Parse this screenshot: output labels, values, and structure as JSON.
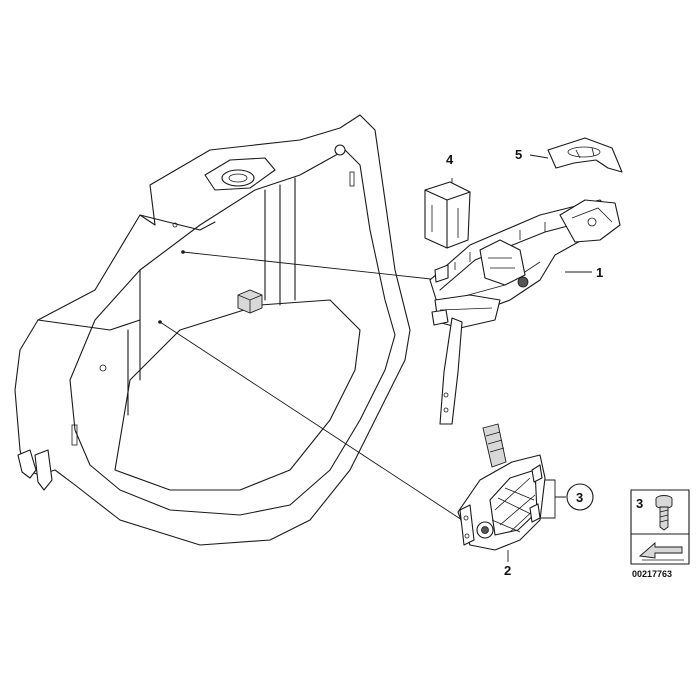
{
  "callouts": {
    "part1": "1",
    "part2": "2",
    "part3": "3",
    "part4": "4",
    "part5": "5"
  },
  "legend": {
    "item_number": "3",
    "diagram_code": "00217763"
  },
  "colors": {
    "line": "#1a1a1a",
    "shade": "#d8d8d8"
  }
}
